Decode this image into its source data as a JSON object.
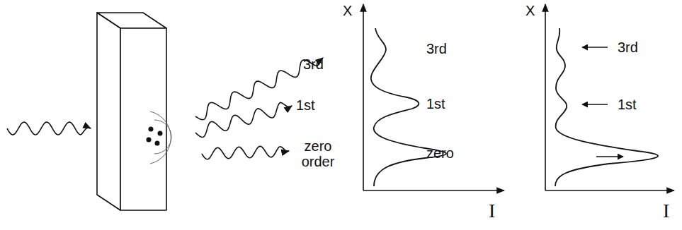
{
  "diagram": {
    "labels": [
      "3rd",
      "1st",
      "zero order",
      "X",
      "3rd",
      "1st",
      "zero",
      "I",
      "X",
      "3rd",
      "1st",
      "I"
    ]
  }
}
